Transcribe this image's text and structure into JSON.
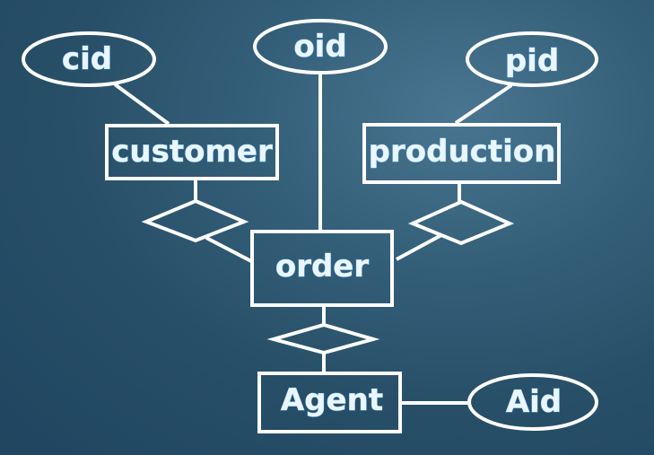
{
  "diagram": {
    "type": "er-diagram",
    "entities": [
      {
        "id": "customer",
        "label": "customer"
      },
      {
        "id": "production",
        "label": "production"
      },
      {
        "id": "order",
        "label": "order"
      },
      {
        "id": "agent",
        "label": "Agent"
      }
    ],
    "attributes": [
      {
        "id": "cid",
        "label": "cid",
        "entity": "customer"
      },
      {
        "id": "oid",
        "label": "oid",
        "entity": "order"
      },
      {
        "id": "pid",
        "label": "pid",
        "entity": "production"
      },
      {
        "id": "aid",
        "label": "Aid",
        "entity": "agent"
      }
    ],
    "relationships": [
      {
        "id": "customer-order",
        "from": "customer",
        "to": "order",
        "label": ""
      },
      {
        "id": "production-order",
        "from": "production",
        "to": "order",
        "label": ""
      },
      {
        "id": "order-agent",
        "from": "order",
        "to": "agent",
        "label": ""
      }
    ],
    "colors": {
      "background": "#2b5470",
      "stroke": "#ffffff",
      "text": "#eaf6ff",
      "text_glow": "#6fbfff"
    }
  }
}
